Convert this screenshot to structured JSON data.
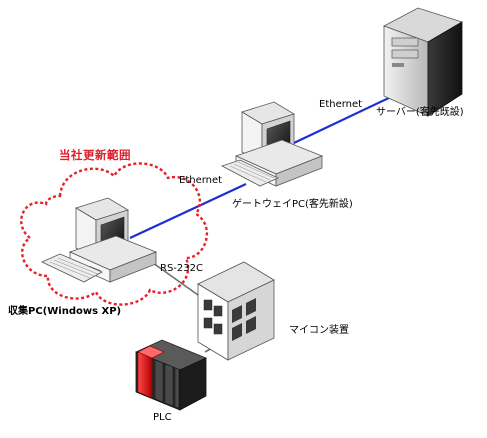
{
  "labels": {
    "update_scope": "当社更新範囲",
    "ethernet_upper": "Ethernet",
    "ethernet_lower": "Ethernet",
    "server": "サーバー(客先既設)",
    "gateway_pc": "ゲートウェイPC(客先新設)",
    "rs232c": "RS-232C",
    "collector_pc": "収集PC(Windows XP)",
    "microcomputer": "マイコン装置",
    "plc": "PLC"
  },
  "colors": {
    "ethernet_line": "#1a2fd6",
    "serial_line": "#707070",
    "scope_cloud": "#e8202a",
    "plc_red": "#d81818"
  },
  "icons": [
    "server-icon",
    "gateway-pc-icon",
    "collector-pc-icon",
    "microcomputer-icon",
    "plc-icon",
    "scope-cloud-icon"
  ]
}
